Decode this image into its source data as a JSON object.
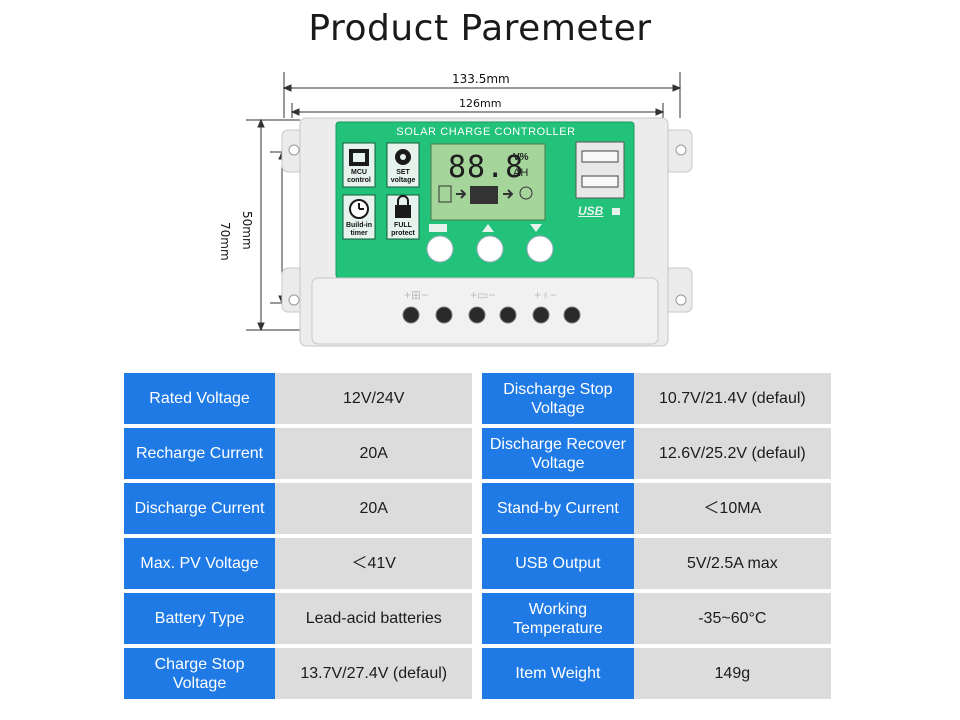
{
  "header": {
    "title": "Product Paremeter"
  },
  "dimensions": {
    "outer_width": "133.5mm",
    "inner_width": "126mm",
    "outer_height": "70mm",
    "inner_height": "50mm"
  },
  "device": {
    "panel_title": "SOLAR CHARGE CONTROLLER",
    "lcd_digits": "88.8",
    "lcd_units_top": "V%",
    "lcd_units_bottom": "AH",
    "features": [
      {
        "label_line1": "MCU",
        "label_line2": "control",
        "icon": "chip-icon"
      },
      {
        "label_line1": "SET",
        "label_line2": "voltage",
        "icon": "gear-icon"
      },
      {
        "label_line1": "Build-in",
        "label_line2": "timer",
        "icon": "clock-icon"
      },
      {
        "label_line1": "FULL",
        "label_line2": "protect",
        "icon": "lock-icon"
      }
    ],
    "usb_label": "USB",
    "terminal_symbols": [
      "+⊞−",
      "+▭−",
      "+♁−"
    ],
    "colors": {
      "panel_green": "#22c27a",
      "lcd_green": "#a5d59a",
      "case_grey": "#eaeaea",
      "label_blue": "#1f7ae6"
    }
  },
  "specs": [
    {
      "label1": "Rated Voltage",
      "value1": "12V/24V",
      "label2": "Discharge Stop Voltage",
      "value2": "10.7V/21.4V (defaul)"
    },
    {
      "label1": "Recharge Current",
      "value1": "20A",
      "label2": "Discharge Recover Voltage",
      "value2": "12.6V/25.2V (defaul)"
    },
    {
      "label1": "Discharge Current",
      "value1": "20A",
      "label2": "Stand-by Current",
      "value2": "＜10MA"
    },
    {
      "label1": "Max. PV Voltage",
      "value1": "＜41V",
      "label2": "USB Output",
      "value2": "5V/2.5A max"
    },
    {
      "label1": "Battery Type",
      "value1": "Lead-acid batteries",
      "label2": "Working Temperature",
      "value2": "-35~60°C"
    },
    {
      "label1": "Charge Stop Voltage",
      "value1": "13.7V/27.4V (defaul)",
      "label2": "Item Weight",
      "value2": "149g"
    }
  ]
}
